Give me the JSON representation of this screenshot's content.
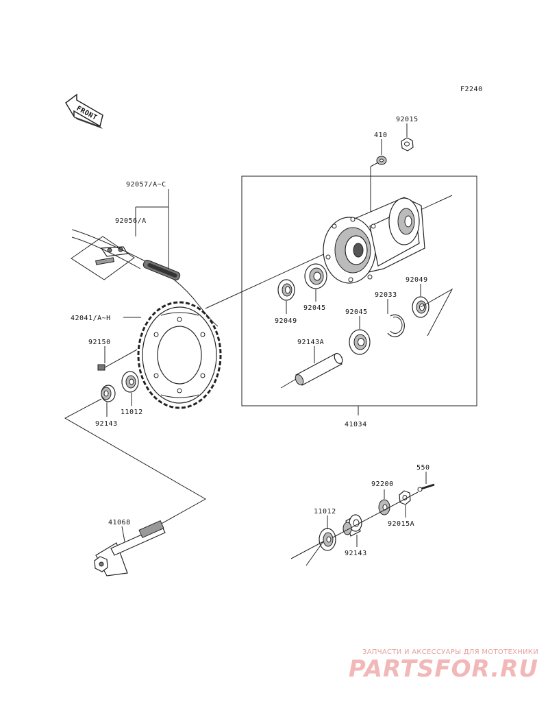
{
  "figure_code": "F2240",
  "front_label": "FRONT",
  "labels": {
    "p410": "410",
    "p92015": "92015",
    "p92057": "92057/A~C",
    "p92056": "92056/A",
    "p42041": "42041/A~H",
    "p92150": "92150",
    "p11012_left": "11012",
    "p92143_left": "92143",
    "p92049_left": "92049",
    "p92045_left": "92045",
    "p92033": "92033",
    "p92049_right": "92049",
    "p92045_mid": "92045",
    "p92143A": "92143A",
    "p41034": "41034",
    "p41068": "41068",
    "p550": "550",
    "p92200": "92200",
    "p11012_right": "11012",
    "p92143_right": "92143",
    "p92015A": "92015A"
  },
  "watermark": {
    "caption": "ЗАПЧАСТИ И АКСЕССУАРЫ ДЛЯ МОТОТЕХНИКИ",
    "logo": "PARTSFOR.RU"
  }
}
